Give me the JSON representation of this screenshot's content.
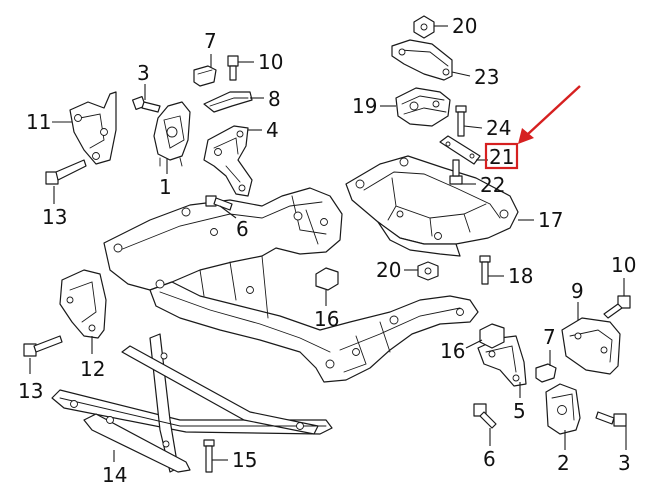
{
  "diagram": {
    "highlight": {
      "label": "21",
      "color": "#d62020"
    },
    "callouts": [
      {
        "id": "c1",
        "text": "1"
      },
      {
        "id": "c2",
        "text": "2"
      },
      {
        "id": "c3a",
        "text": "3"
      },
      {
        "id": "c3b",
        "text": "3"
      },
      {
        "id": "c4",
        "text": "4"
      },
      {
        "id": "c5",
        "text": "5"
      },
      {
        "id": "c6a",
        "text": "6"
      },
      {
        "id": "c6b",
        "text": "6"
      },
      {
        "id": "c7a",
        "text": "7"
      },
      {
        "id": "c7b",
        "text": "7"
      },
      {
        "id": "c8",
        "text": "8"
      },
      {
        "id": "c9",
        "text": "9"
      },
      {
        "id": "c10a",
        "text": "10"
      },
      {
        "id": "c10b",
        "text": "10"
      },
      {
        "id": "c11",
        "text": "11"
      },
      {
        "id": "c12",
        "text": "12"
      },
      {
        "id": "c13a",
        "text": "13"
      },
      {
        "id": "c13b",
        "text": "13"
      },
      {
        "id": "c14",
        "text": "14"
      },
      {
        "id": "c15",
        "text": "15"
      },
      {
        "id": "c16a",
        "text": "16"
      },
      {
        "id": "c16b",
        "text": "16"
      },
      {
        "id": "c17",
        "text": "17"
      },
      {
        "id": "c18",
        "text": "18"
      },
      {
        "id": "c19",
        "text": "19"
      },
      {
        "id": "c20a",
        "text": "20"
      },
      {
        "id": "c20b",
        "text": "20"
      },
      {
        "id": "c21",
        "text": "21"
      },
      {
        "id": "c22",
        "text": "22"
      },
      {
        "id": "c23",
        "text": "23"
      },
      {
        "id": "c24",
        "text": "24"
      }
    ]
  }
}
